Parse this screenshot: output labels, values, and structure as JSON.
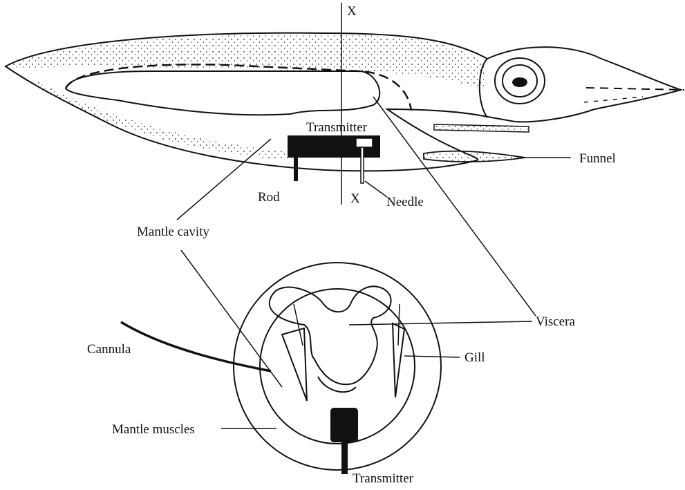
{
  "labels": {
    "section_top": "X",
    "section_bottom": "X",
    "transmitter_top": "Transmitter",
    "funnel": "Funnel",
    "rod": "Rod",
    "needle": "Needle",
    "mantle_cavity": "Mantle cavity",
    "viscera": "Viscera",
    "cannula": "Cannula",
    "gill": "Gill",
    "mantle_muscles": "Mantle muscles",
    "transmitter_bottom": "Transmitter"
  }
}
